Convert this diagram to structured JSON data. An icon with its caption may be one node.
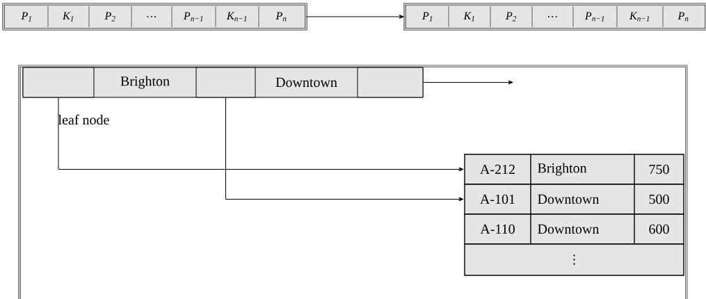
{
  "diagram": {
    "nodes": [
      {
        "text": [
          "P$_{1}$",
          "K$_{1}$",
          "P$_{2}$",
          "…",
          "P$_{n−1}$",
          "K$_{n−1}$",
          "P$_{n}$"
        ]
      },
      {
        "text": [
          "P$_{1}$",
          "K$_{1}$",
          "P$_{2}$",
          "…",
          "P$_{n−1}$",
          "K$_{n−1}$",
          "P$_{n}$"
        ]
      },
      {
        "text": [
          "leaf node"
        ]
      },
      {
        "text": [
          "Brighton",
          "Downtown"
        ],
        "in": 2
      },
      {
        "text": [],
        "shape": "box",
        "in": 3
      },
      {
        "text": [],
        "shape": "box",
        "in": 3
      },
      {
        "text": [],
        "shape": "box",
        "in": 3
      },
      {
        "text": [
          "A-212",
          "Brighton",
          "750"
        ],
        "in": 2
      },
      {
        "text": [
          "A-101",
          "Downtown",
          "500"
        ],
        "in": 2
      },
      {
        "text": [
          "A-110",
          "Downtown",
          "600"
        ],
        "in": 2
      },
      {
        "text": [
          "⋮"
        ],
        "in": 2
      }
    ],
    "edges": [
      {
        "from": 0,
        "to": 1,
        "arrow": "to"
      },
      {
        "from": 4,
        "to": 7,
        "arrow": "to"
      },
      {
        "from": 5,
        "to": 8,
        "arrow": "to"
      },
      {
        "from": 6,
        "to": null,
        "arrow": "to"
      }
    ]
  }
}
